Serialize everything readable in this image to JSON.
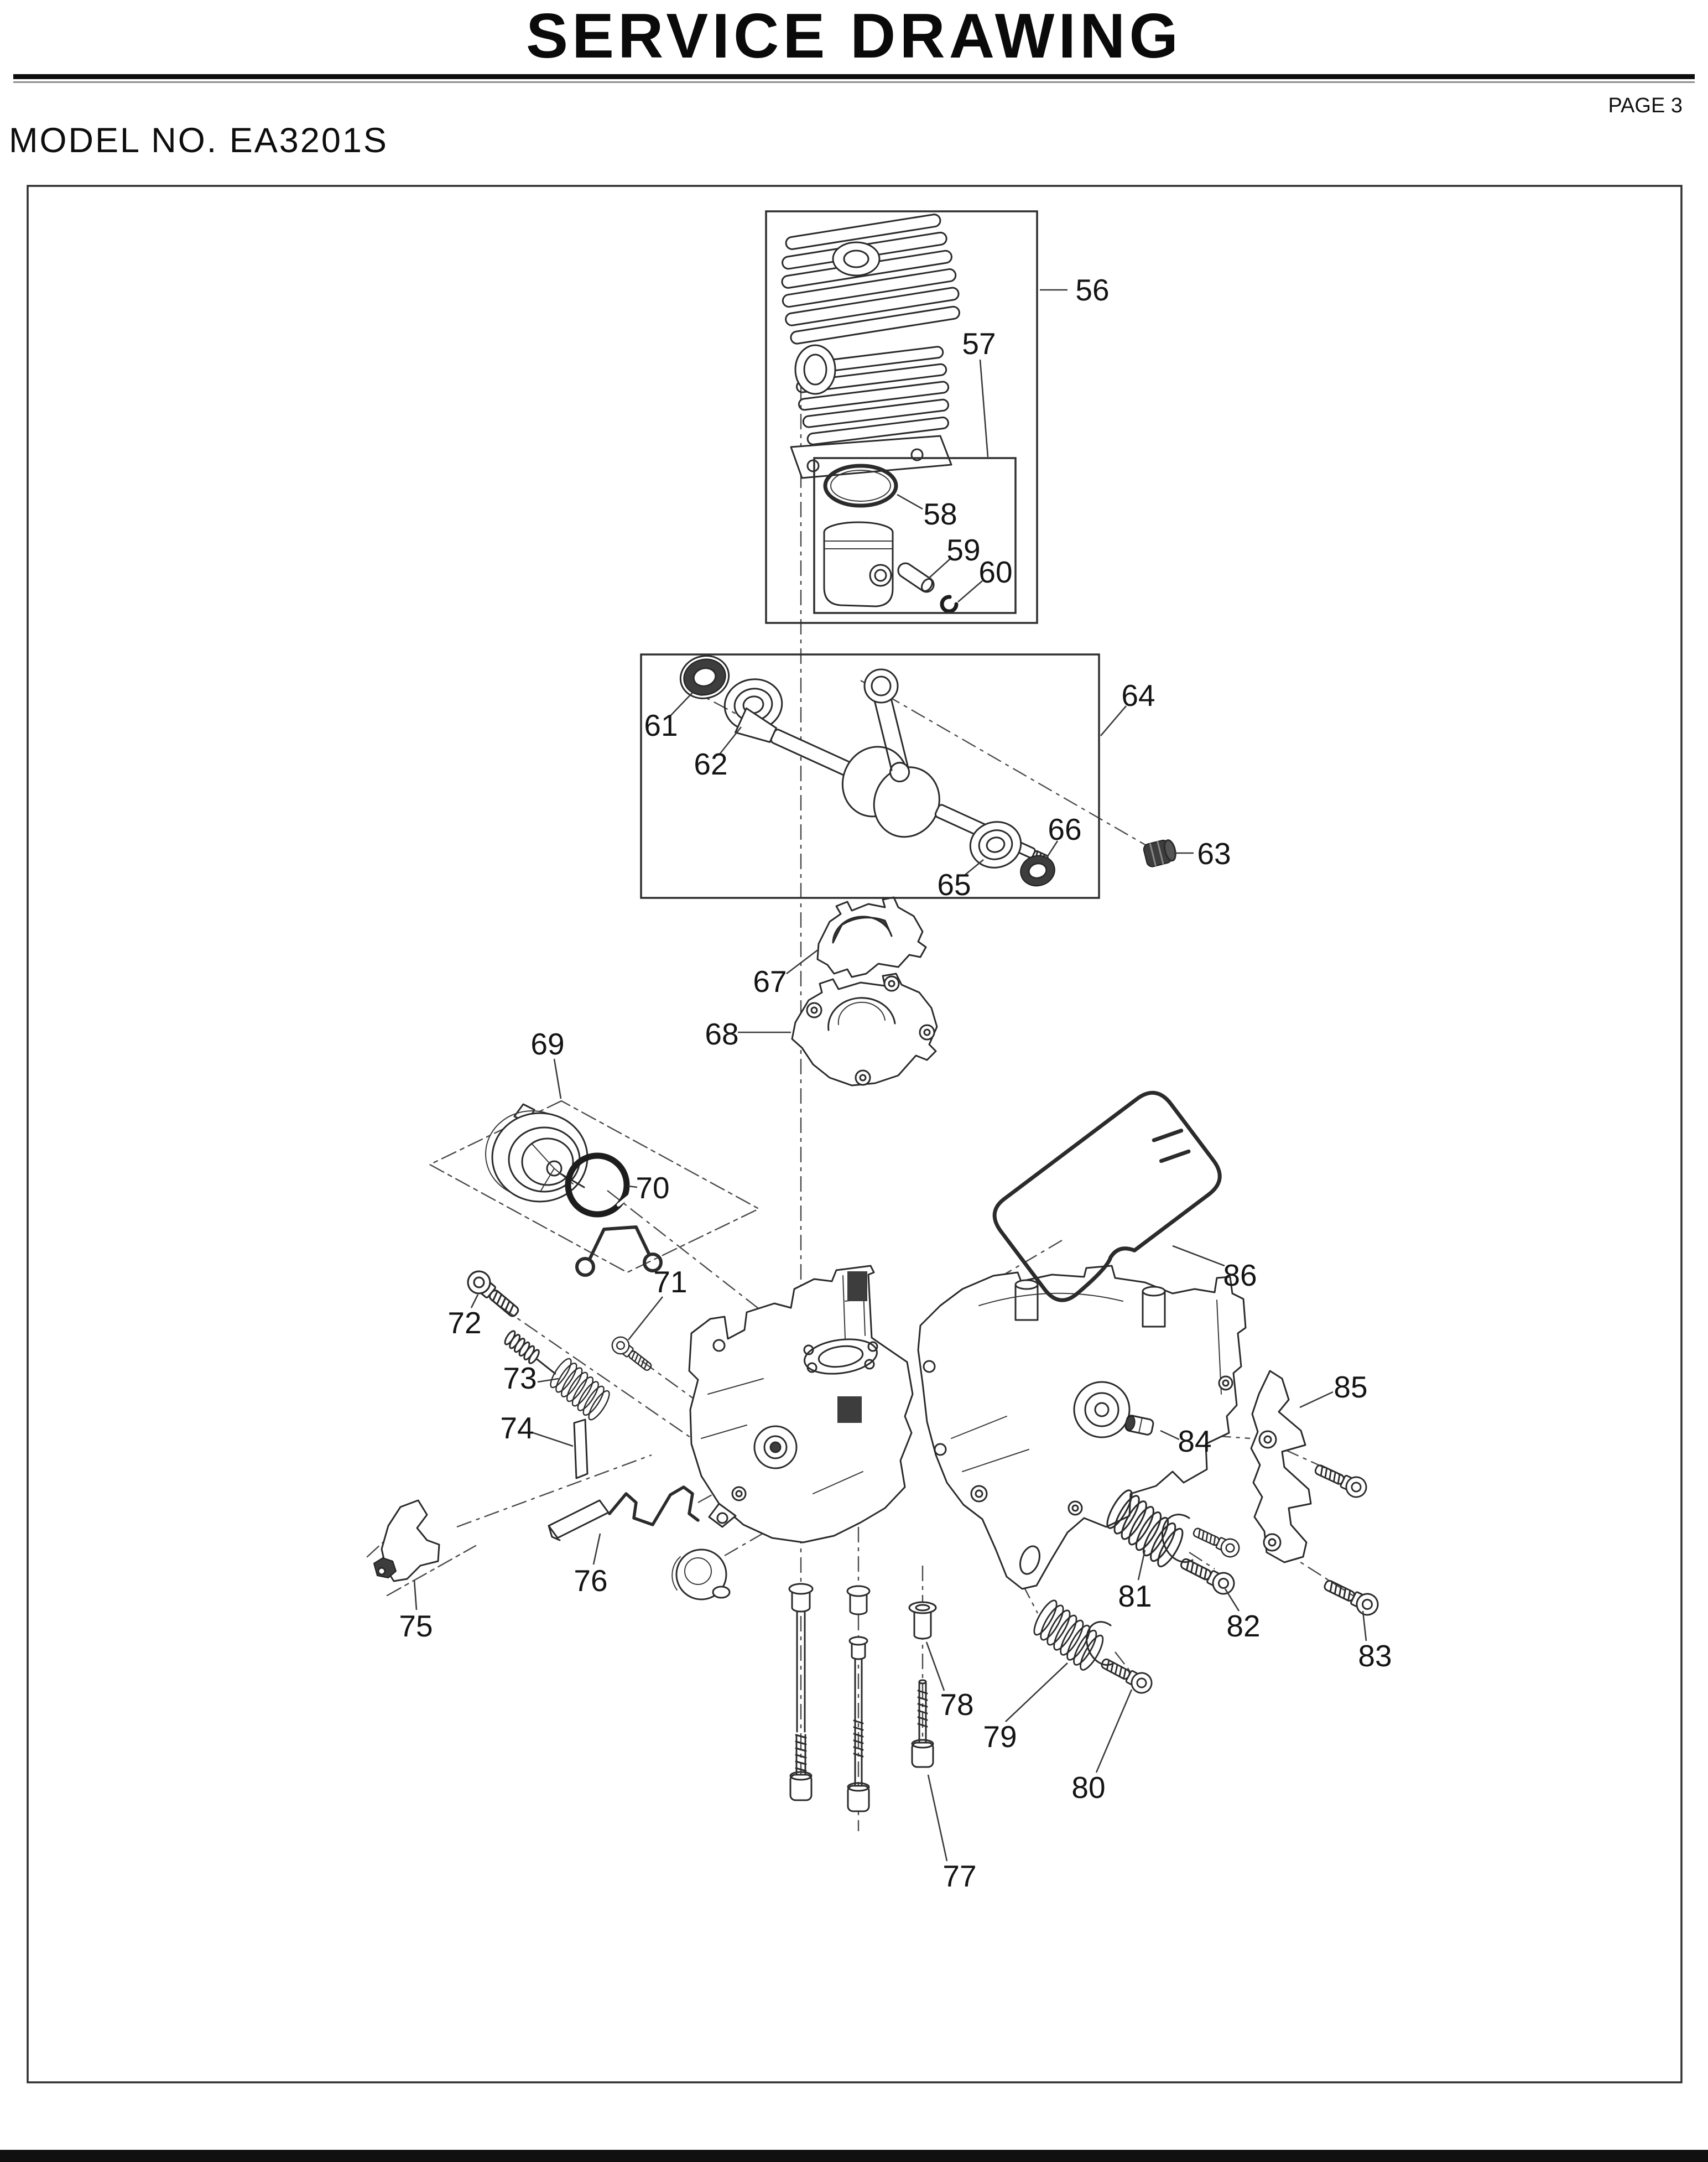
{
  "header": {
    "title": "SERVICE DRAWING",
    "page": "PAGE 3",
    "model": "MODEL NO. EA3201S"
  },
  "part_labels": {
    "p56": "56",
    "p57": "57",
    "p58": "58",
    "p59": "59",
    "p60": "60",
    "p61": "61",
    "p62": "62",
    "p63": "63",
    "p64": "64",
    "p65": "65",
    "p66": "66",
    "p67": "67",
    "p68": "68",
    "p69": "69",
    "p70": "70",
    "p71": "71",
    "p72": "72",
    "p73": "73",
    "p74": "74",
    "p75": "75",
    "p76": "76",
    "p77": "77",
    "p78": "78",
    "p79": "79",
    "p80": "80",
    "p81": "81",
    "p82": "82",
    "p83": "83",
    "p84": "84",
    "p85": "85",
    "p86": "86"
  }
}
